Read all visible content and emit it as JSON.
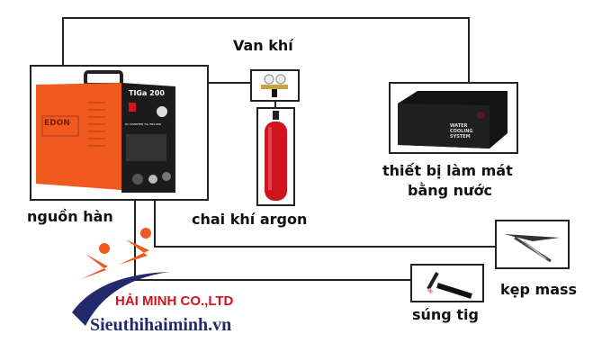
{
  "labels": {
    "gas_valve": "Van khí",
    "power_source": "nguồn hàn",
    "argon_cylinder": "chai khí argon",
    "cooler_line1": "thiết bị làm mát",
    "cooler_line2": "bằng nước",
    "ground_clamp": "kẹp mass",
    "tig_torch": "súng tig"
  },
  "machine": {
    "brand": "EDON",
    "model": "TIGa 200",
    "subtitle": "DC INVERTER TIG WELDER"
  },
  "cooler": {
    "text": "WATER COOLING SYSTEM"
  },
  "logo": {
    "company": "HẢI MINH CO.,LTD",
    "website": "Sieuthihaiminh.vn"
  },
  "colors": {
    "line": "#222222",
    "orange": "#f05a1e",
    "navy": "#232a6b",
    "red": "#d0141e"
  }
}
